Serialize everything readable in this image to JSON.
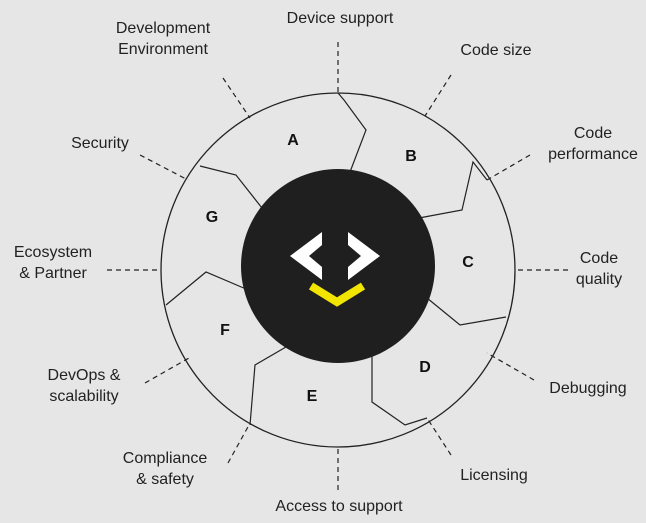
{
  "labels": {
    "device_support": "Device support",
    "code_size": "Code size",
    "code_performance": "Code\nperformance",
    "code_quality": "Code\nquality",
    "debugging": "Debugging",
    "licensing": "Licensing",
    "access_to_support": "Access to support",
    "compliance_safety": "Compliance\n& safety",
    "devops_scalability": "DevOps &\nscalability",
    "ecosystem_partner": "Ecosystem\n& Partner",
    "security": "Security",
    "development_environment": "Development\nEnvironment"
  },
  "segments": {
    "a": "A",
    "b": "B",
    "c": "C",
    "d": "D",
    "e": "E",
    "f": "F",
    "g": "G"
  },
  "colors": {
    "background": "#e6e6e6",
    "hub": "#1f1f1f",
    "hub_logo": "#ffffff",
    "accent": "#f2e600",
    "stroke": "#222222"
  },
  "icons": {
    "hub_logo": "code-brackets-icon",
    "accent_chevron": "chevron-down-icon"
  }
}
